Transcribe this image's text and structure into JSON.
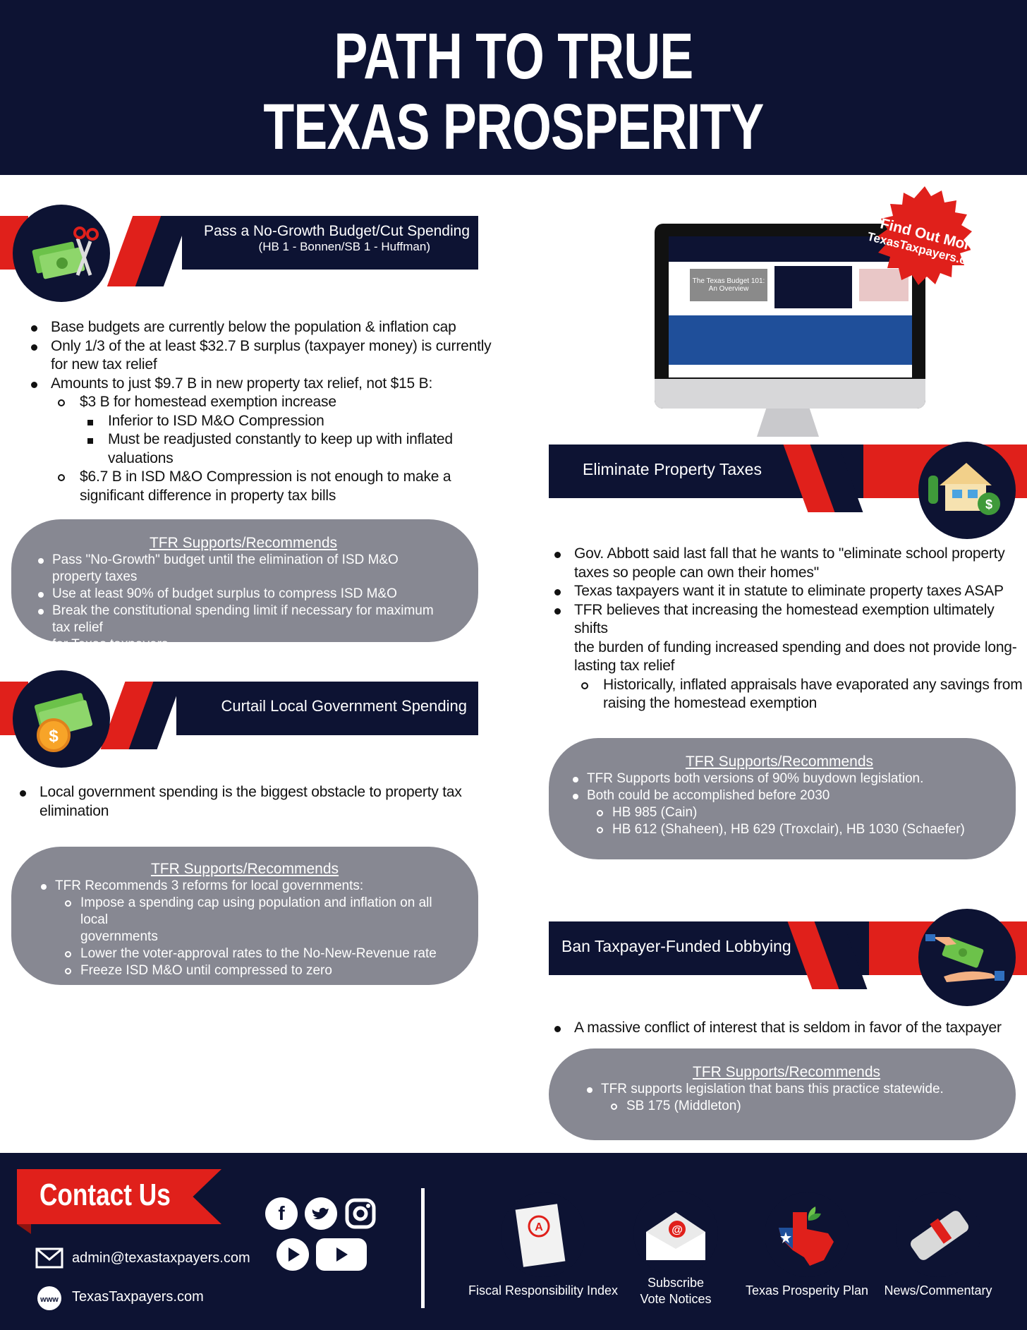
{
  "header": {
    "title_line1": "PATH TO TRUE",
    "title_line2": "TEXAS PROSPERITY"
  },
  "sections": {
    "budget": {
      "title": "Pass a No-Growth Budget/Cut Spending",
      "subtitle": "(HB 1 - Bonnen/SB 1 - Huffman)",
      "bullets": [
        "Base budgets are currently below the population & inflation cap",
        "Only 1/3 of the at least $32.7 B surplus (taxpayer money) is currently",
        "for new tax relief",
        "Amounts to just $9.7 B in new property tax relief, not $15 B:",
        "$3 B for homestead exemption increase",
        "Inferior to ISD M&O Compression",
        "Must be readjusted constantly to keep up with inflated",
        "valuations",
        "$6.7 B in ISD M&O Compression is not enough to make a",
        "significant difference in property tax bills"
      ],
      "rec_title": "TFR Supports/Recommends",
      "recs": [
        "Pass \"No-Growth\" budget until the elimination of ISD M&O property taxes",
        "Use at least 90% of budget surplus to compress ISD M&O",
        "Break the constitutional spending limit if necessary for maximum tax relief",
        "for Texas taxpayers"
      ]
    },
    "local": {
      "title": "Curtail Local Government Spending",
      "bullets": [
        "Local government spending is the biggest obstacle to property tax",
        "elimination"
      ],
      "rec_title": "TFR Supports/Recommends",
      "recs": [
        "TFR Recommends 3 reforms for local governments:",
        "Impose a spending cap using population and inflation on all local",
        "governments",
        "Lower the voter-approval rates to the No-New-Revenue rate",
        "Freeze ISD M&O until compressed to zero"
      ]
    },
    "property": {
      "title": "Eliminate Property Taxes",
      "bullets": [
        "Gov. Abbott said last fall that he wants to \"eliminate school property",
        "taxes so people can own their homes\"",
        "Texas taxpayers want it in statute to eliminate property taxes ASAP",
        "TFR believes that increasing the homestead exemption ultimately shifts",
        "the burden of funding increased spending and does not provide long-",
        "lasting tax relief",
        "Historically, inflated appraisals have evaporated any savings from",
        "raising the homestead exemption"
      ],
      "rec_title": "TFR Supports/Recommends",
      "recs": [
        "TFR Supports both versions of 90% buydown legislation.",
        "Both could be accomplished before 2030",
        "HB 985 (Cain)",
        "HB 612 (Shaheen), HB 629 (Troxclair), HB 1030 (Schaefer)"
      ]
    },
    "lobbying": {
      "title": "Ban Taxpayer-Funded Lobbying",
      "bullets": [
        "A massive conflict of interest that is seldom in favor of the taxpayer"
      ],
      "rec_title": "TFR Supports/Recommends",
      "recs": [
        "TFR supports legislation that bans this practice statewide.",
        "SB 175 (Middleton)"
      ]
    }
  },
  "badge": {
    "line1": "Find Out More",
    "line2": "TexasTaxpayers.com"
  },
  "screen": {
    "card_text": "The Texas Budget 101: An Overview"
  },
  "footer": {
    "contact_label": "Contact Us",
    "email": "admin@texastaxpayers.com",
    "website": "TexasTaxpayers.com",
    "links": [
      "Fiscal Responsibility Index",
      "Subscribe",
      "Vote Notices",
      "Texas Prosperity Plan",
      "News/Commentary"
    ],
    "icons": [
      "facebook-icon",
      "twitter-icon",
      "instagram-icon",
      "rumble-icon",
      "youtube-icon",
      "email-icon",
      "globe-icon"
    ]
  },
  "colors": {
    "navy": "#0d1333",
    "red": "#e0201b",
    "pill_gray": "#878892",
    "money_green": "#6cc24a"
  }
}
